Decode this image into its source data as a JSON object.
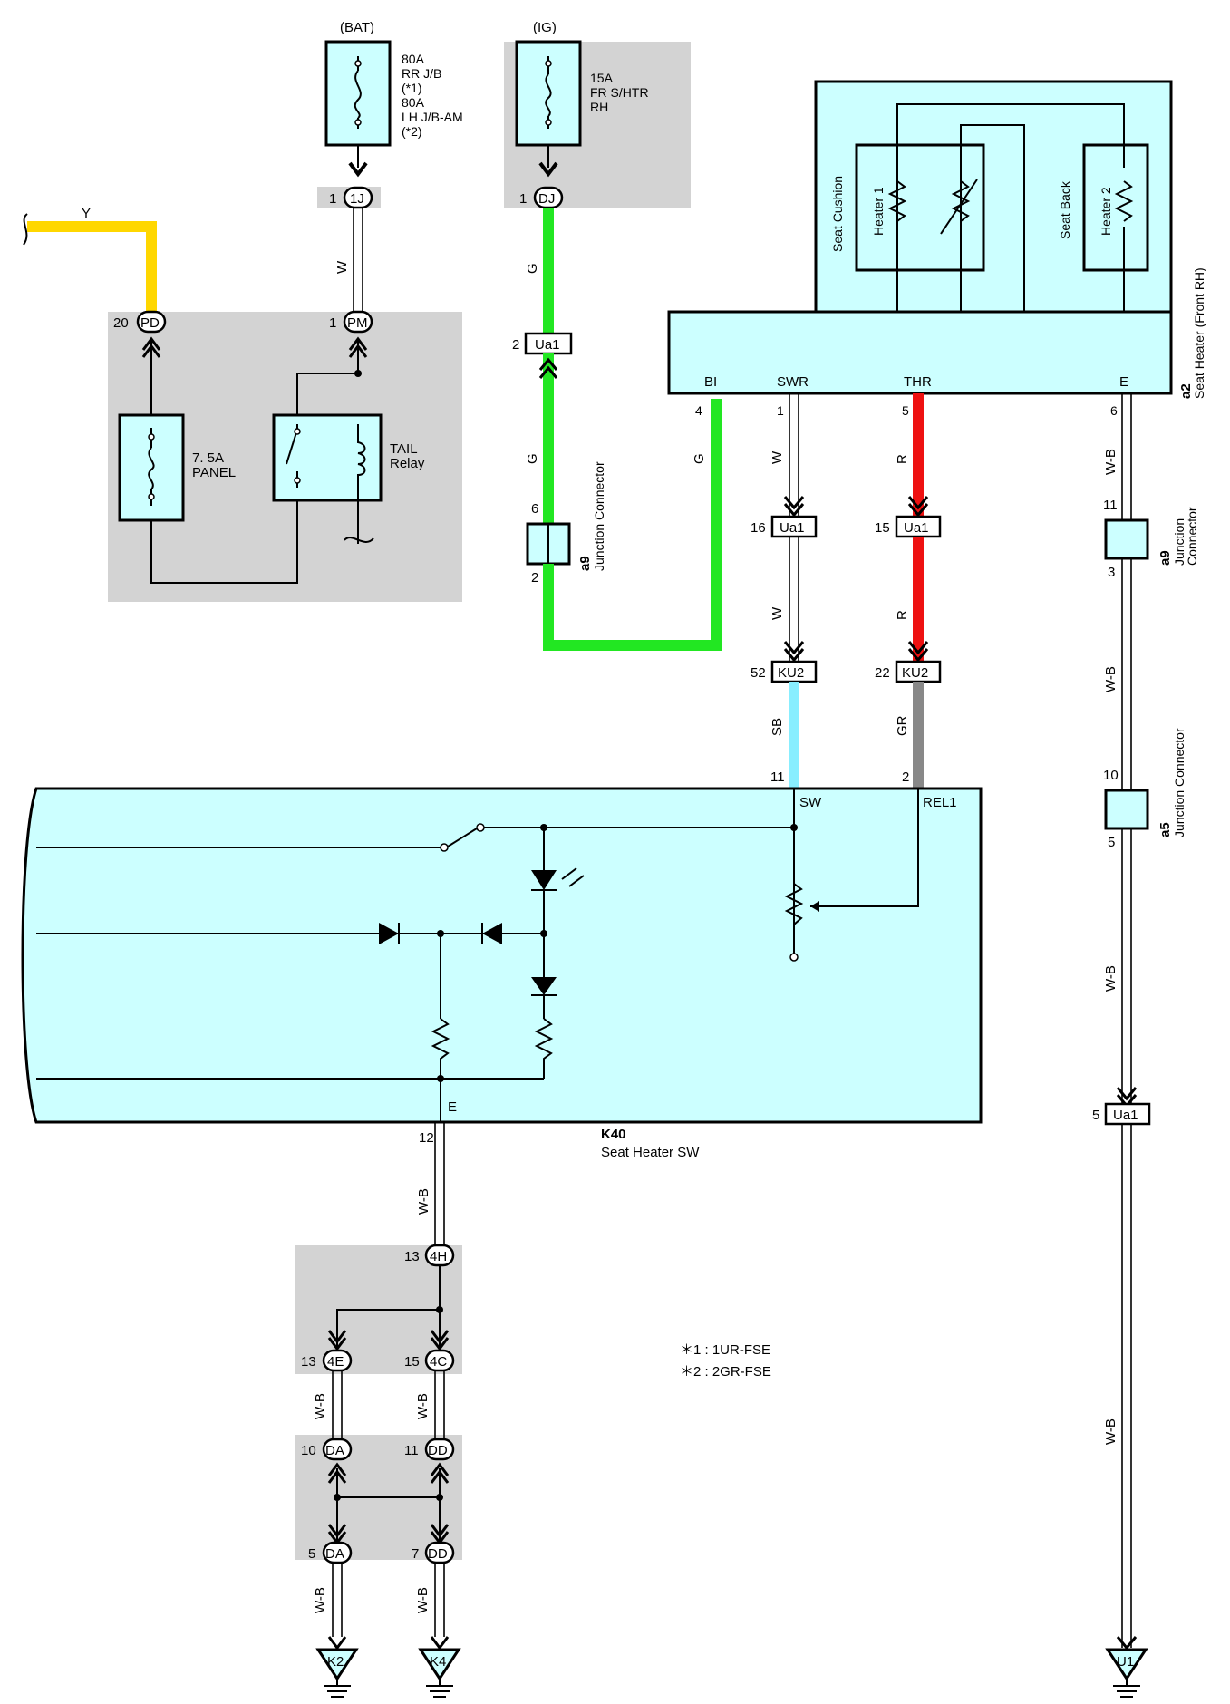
{
  "power": {
    "bat": {
      "label": "(BAT)",
      "fuse_text": [
        "80A",
        "RR J/B",
        "(*1)",
        "80A",
        "LH J/B-AM",
        "(*2)"
      ],
      "conn_pin": "1",
      "conn_name": "1J"
    },
    "ig": {
      "label": "(IG)",
      "fuse_text": [
        "15A",
        "FR S/HTR",
        "RH"
      ],
      "conn_pin": "1",
      "conn_name": "DJ"
    }
  },
  "wires": {
    "y_label": "Y",
    "w_bat": "W",
    "g1": "G",
    "g2": "G",
    "g3": "G",
    "w1": "W",
    "w2": "W",
    "r1": "R",
    "r2": "R",
    "sb": "SB",
    "gr": "GR",
    "wb_right1": "W-B",
    "wb_right2": "W-B",
    "wb_right3": "W-B",
    "wb_right4": "W-B",
    "wb_k40": "W-B",
    "wb_4e": "W-B",
    "wb_4c": "W-B",
    "wb_k2": "W-B",
    "wb_k4": "W-B"
  },
  "colors": {
    "yellow": "#ffd700",
    "green": "#22e722",
    "red": "#ee1111",
    "sky_blue": "#88eeff",
    "gray_wire": "#888888",
    "cyan_fill": "#ccffff",
    "gray_box": "#d3d3d3"
  },
  "relay_box": {
    "pd_pin": "20",
    "pd_name": "PD",
    "pm_pin": "1",
    "pm_name": "PM",
    "panel_fuse": [
      "7. 5A",
      "PANEL"
    ],
    "relay": [
      "TAIL",
      "Relay"
    ]
  },
  "connectors": {
    "ua1_top": {
      "pin": "2",
      "name": "Ua1"
    },
    "jc_a9_left": {
      "pin_top": "6",
      "pin_bottom": "2",
      "id": "a9",
      "name": "Junction Connector"
    },
    "ua1_swr": {
      "pin": "16",
      "name": "Ua1"
    },
    "ua1_thr": {
      "pin": "15",
      "name": "Ua1"
    },
    "ku2_swr": {
      "pin": "52",
      "name": "KU2"
    },
    "ku2_thr": {
      "pin": "22",
      "name": "KU2"
    },
    "jc_a9_right": {
      "pin_top": "11",
      "pin_bottom": "3",
      "id": "a9",
      "name": [
        "Junction",
        "Connector"
      ]
    },
    "jc_a5": {
      "pin_top": "10",
      "pin_bottom": "5",
      "id": "a5",
      "name": "Junction Connector"
    },
    "ua1_right": {
      "pin": "5",
      "name": "Ua1"
    }
  },
  "seat_heater": {
    "id": "a2",
    "name": "Seat Heater (Front RH)",
    "cushion": "Seat Cushion",
    "back": "Seat Back",
    "heater1": "Heater 1",
    "heater2": "Heater 2",
    "pins": [
      {
        "term": "BI",
        "num": "4"
      },
      {
        "term": "SWR",
        "num": "1"
      },
      {
        "term": "THR",
        "num": "5"
      },
      {
        "term": "E",
        "num": "6"
      }
    ]
  },
  "switch": {
    "id": "K40",
    "name": "Seat Heater SW",
    "sw_pin": "11",
    "sw_term": "SW",
    "rel_pin": "2",
    "rel_term": "REL1",
    "e_term": "E",
    "e_pin": "12"
  },
  "ground_junctions": {
    "c4h": {
      "pin": "13",
      "name": "4H"
    },
    "c4e": {
      "pin": "13",
      "name": "4E"
    },
    "c4c": {
      "pin": "15",
      "name": "4C"
    },
    "cda_top": {
      "pin": "10",
      "name": "DA"
    },
    "cdd_top": {
      "pin": "11",
      "name": "DD"
    },
    "cda_bot": {
      "pin": "5",
      "name": "DA"
    },
    "cdd_bot": {
      "pin": "7",
      "name": "DD"
    }
  },
  "grounds": {
    "k2": "K2",
    "k4": "K4",
    "u1": "U1"
  },
  "notes": [
    "＊1 : 1UR-FSE",
    "＊2 : 2GR-FSE"
  ]
}
